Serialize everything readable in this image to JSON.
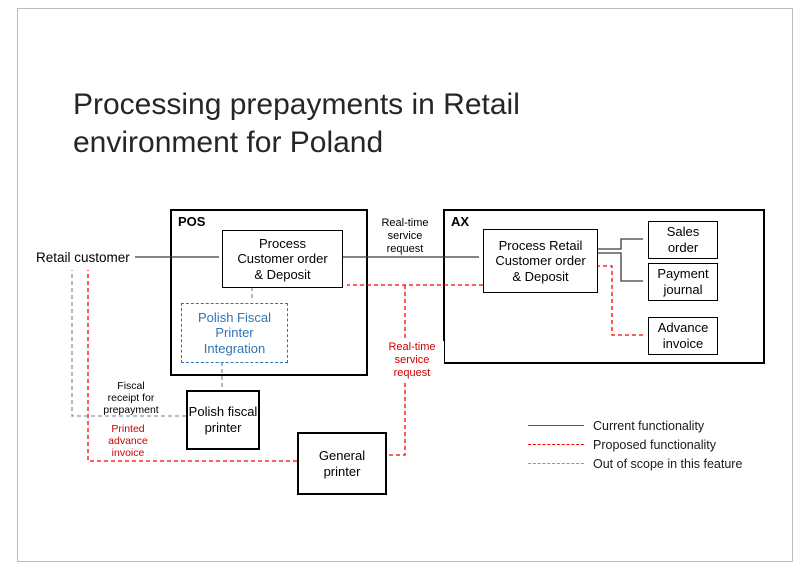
{
  "slide": {
    "title": "Processing prepayments in Retail environment for Poland"
  },
  "labels": {
    "retail_customer": "Retail customer",
    "pos": "POS",
    "ax": "AX",
    "process_customer": "Process\nCustomer order\n& Deposit",
    "fiscal_integration": "Polish Fiscal\nPrinter\nIntegration",
    "process_retail_customer": "Process Retail\nCustomer order\n& Deposit",
    "sales_order": "Sales\norder",
    "payment_journal": "Payment\njournal",
    "advance_invoice": "Advance\ninvoice",
    "rt_request_black": "Real-time\nservice\nrequest",
    "rt_request_red": "Real-time\nservice\nrequest",
    "polish_fiscal_printer": "Polish fiscal\nprinter",
    "general_printer": "General\nprinter",
    "fiscal_receipt": "Fiscal\nreceipt for\nprepayment",
    "printed_advance_invoice": "Printed\nadvance\ninvoice"
  },
  "legend": [
    {
      "label": "Current functionality",
      "style": "solid",
      "color": "#595959"
    },
    {
      "label": "Proposed functionality",
      "style": "dashed",
      "color": "#ff0000"
    },
    {
      "label": "Out of scope in this feature",
      "style": "dashed",
      "color": "#8496b0"
    }
  ],
  "colors": {
    "title_text": "#262626",
    "black_line": "#3a3a3a",
    "legend_current": "#595959",
    "red_line": "#ff0000",
    "red_text": "#cc0000",
    "blue_accent": "#2e75b6",
    "gray_dash": "#8496b0",
    "box_border": "#000000"
  }
}
